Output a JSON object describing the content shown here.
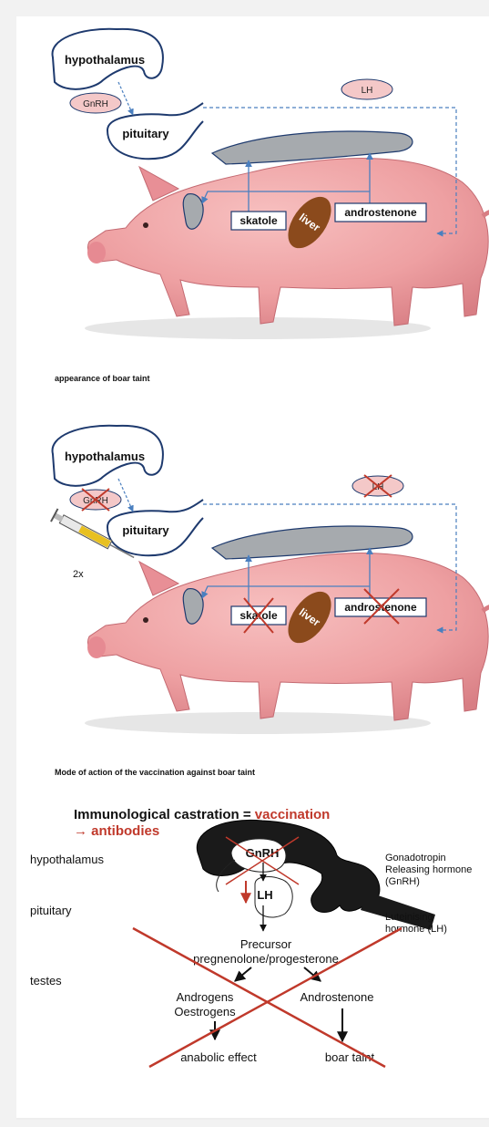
{
  "panel1": {
    "hypothalamus": "hypothalamus",
    "gnrh": "GnRH",
    "pituitary": "pituitary",
    "lh": "LH",
    "skatole": "skatole",
    "liver": "liver",
    "androstenone": "androstenone",
    "caption": "appearance of boar taint"
  },
  "panel2": {
    "hypothalamus": "hypothalamus",
    "gnrh": "GnRH",
    "pituitary": "pituitary",
    "lh": "LH",
    "dose": "2x",
    "skatole": "skatole",
    "liver": "liver",
    "androstenone": "androstenone",
    "caption": "Mode of action of the vaccination against boar taint"
  },
  "panel3": {
    "title_prefix": "Immunological castration = ",
    "title_vaccination": "vaccination",
    "title_line2": "→ antibodies",
    "left_labels": {
      "hypothalamus": "hypothalamus",
      "pituitary": "pituitary",
      "testes": "testes"
    },
    "gnrh": "GnRH",
    "lh": "LH",
    "right_labels": {
      "gnrh_line1": "Gonadotropin",
      "gnrh_line2": "Releasing hormone",
      "gnrh_line3": "(GnRH)",
      "lh_line1": "Luteinising",
      "lh_line2": "hormone (LH)"
    },
    "precursor_line1": "Precursor",
    "precursor_line2": "pregnenolone/progesterone",
    "androgens": "Androgens",
    "oestrogens": "Oestrogens",
    "androstenone": "Androstenone",
    "anabolic": "anabolic effect",
    "boar_taint": "boar taint"
  },
  "colors": {
    "arrow_blue": "#4a7fbf",
    "outline_navy": "#1e3a6e",
    "fat_grey": "#a6aaae",
    "liver_brown": "#8b4a1c",
    "hormone_pink": "#f4c8c8",
    "cross_red": "#c0392b",
    "title_red": "#c0392b",
    "pig_pink": "#f0a0a0",
    "brain_black": "#1a1a1a"
  }
}
